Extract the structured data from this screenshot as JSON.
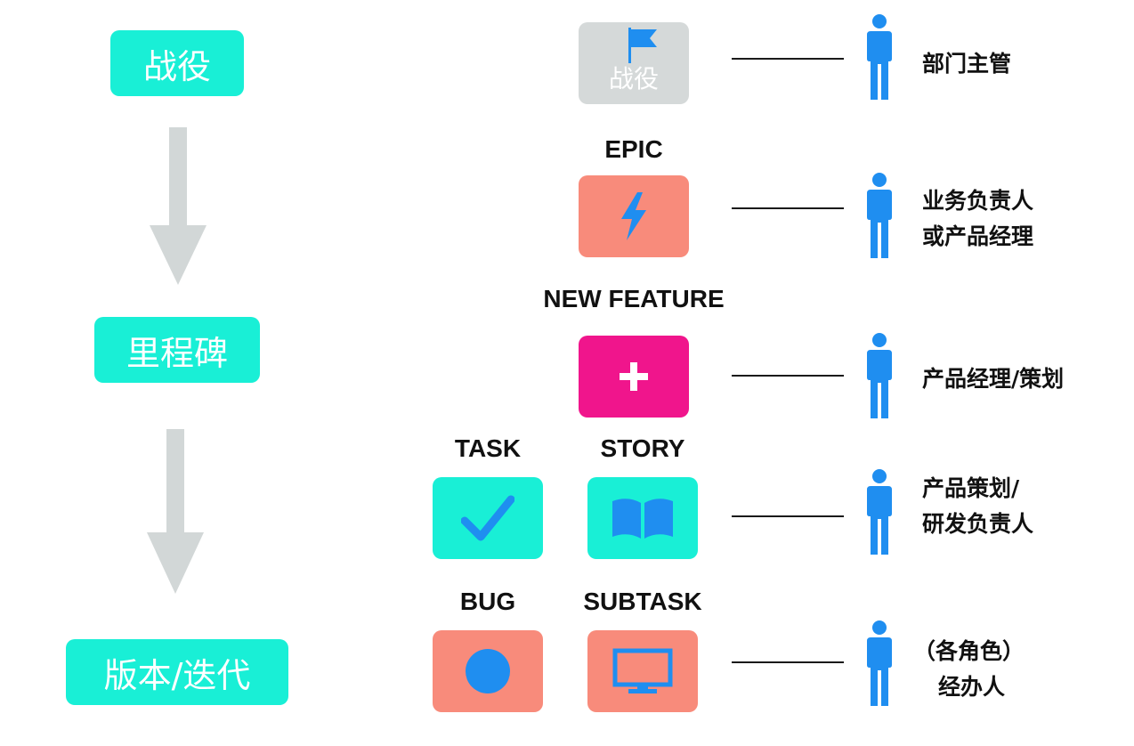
{
  "colors": {
    "stage": "#19efd6",
    "arrow": "#d2d7d7",
    "campaign_tile": "#d5d9d9",
    "epic_tile": "#f88b7b",
    "feature_tile": "#f0158c",
    "task_tile": "#19efd6",
    "bug_tile": "#f88b7b",
    "icon_blue": "#1f8ef0",
    "person": "#1f8ef0"
  },
  "stages": {
    "campaign": "战役",
    "milestone": "里程碑",
    "release": "版本/迭代"
  },
  "tiles": {
    "campaign_text": "战役",
    "epic": "EPIC",
    "new_feature": "NEW FEATURE",
    "task": "TASK",
    "story": "STORY",
    "bug": "BUG",
    "subtask": "SUBTASK"
  },
  "roles": {
    "r1": "部门主管",
    "r2_line1": "业务负责人",
    "r2_line2": "或产品经理",
    "r3": "产品经理/策划",
    "r4_line1": "产品策划/",
    "r4_line2": "研发负责人",
    "r5_line1": "（各角色）",
    "r5_line2": "经办人"
  },
  "icons": [
    "flag-icon",
    "lightning-icon",
    "plus-icon",
    "checkmark-icon",
    "book-icon",
    "circle-icon",
    "monitor-icon",
    "person-icon"
  ]
}
